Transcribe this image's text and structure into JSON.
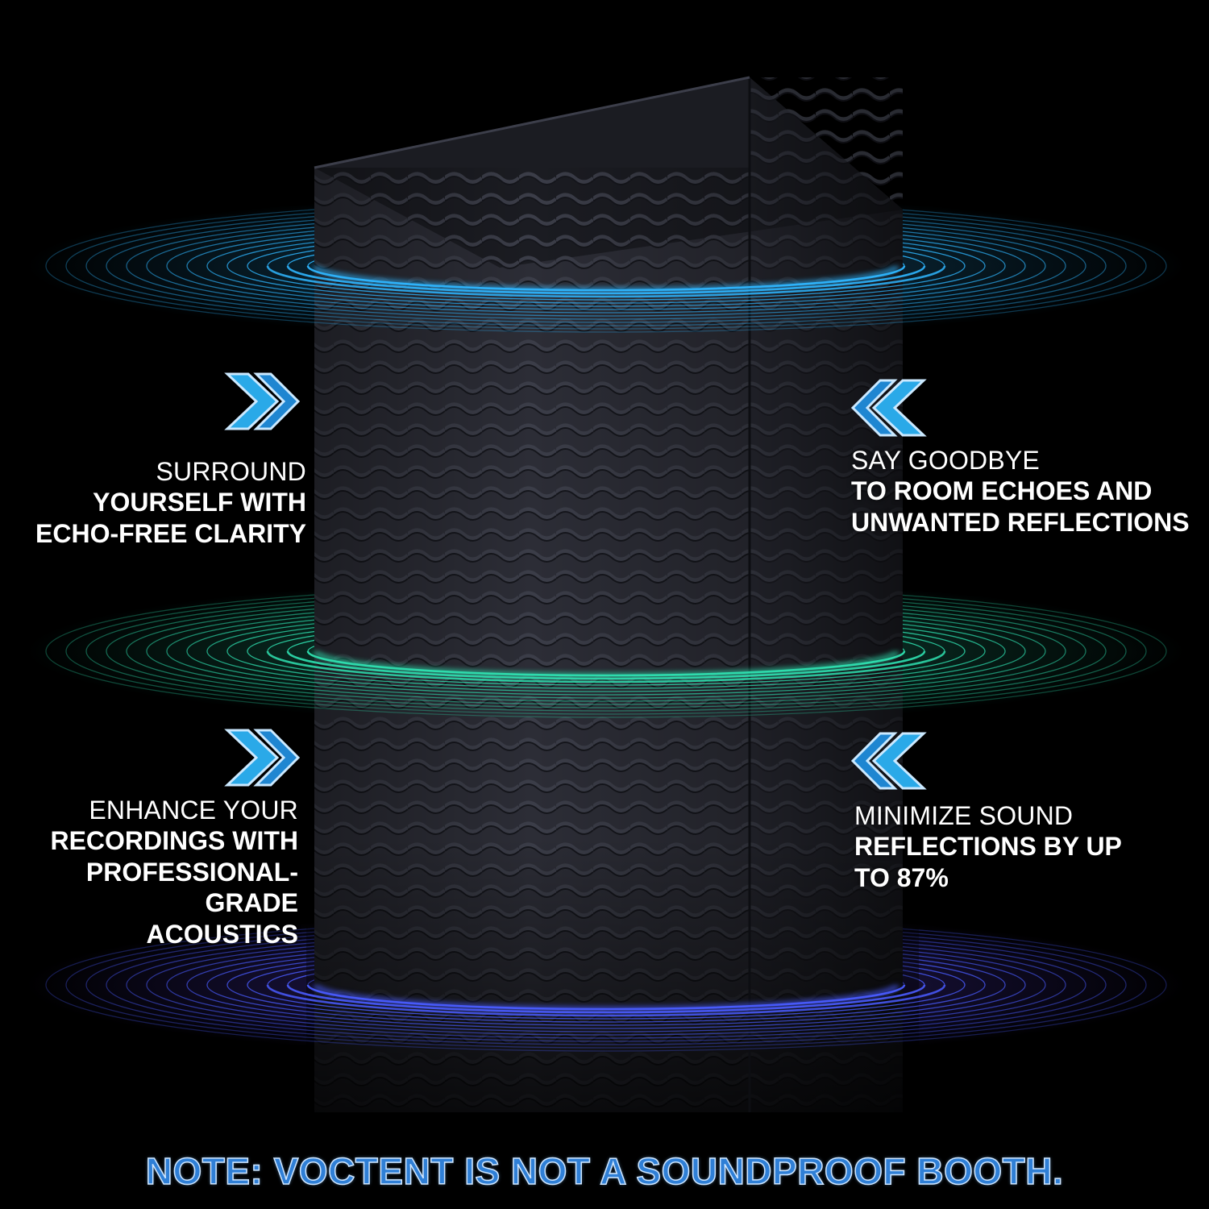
{
  "captions": {
    "top_left": {
      "line1": "SURROUND",
      "line2": "YOURSELF WITH",
      "line3": "ECHO-FREE CLARITY"
    },
    "top_right": {
      "line1": "SAY GOODBYE",
      "line2": "TO ROOM ECHOES AND",
      "line3": "UNWANTED REFLECTIONS"
    },
    "bottom_left": {
      "line1": "ENHANCE YOUR",
      "line2": "RECORDINGS WITH",
      "line3": "PROFESSIONAL-GRADE",
      "line4": "ACOUSTICS"
    },
    "bottom_right": {
      "line1": "MINIMIZE SOUND",
      "line2": "REFLECTIONS BY UP",
      "line3": "TO 87%"
    }
  },
  "note": "NOTE: VOCTENT IS NOT A SOUNDPROOF BOOTH.",
  "icons": [
    "chevron-right-double-icon",
    "chevron-left-double-icon"
  ],
  "colors": {
    "background": "#000000",
    "ring_top": "#2fb6ff",
    "ring_middle": "#2fe0b0",
    "ring_bottom": "#4a5cff",
    "booth": "#2c2d36",
    "note_fill": "#2f7fd6"
  }
}
